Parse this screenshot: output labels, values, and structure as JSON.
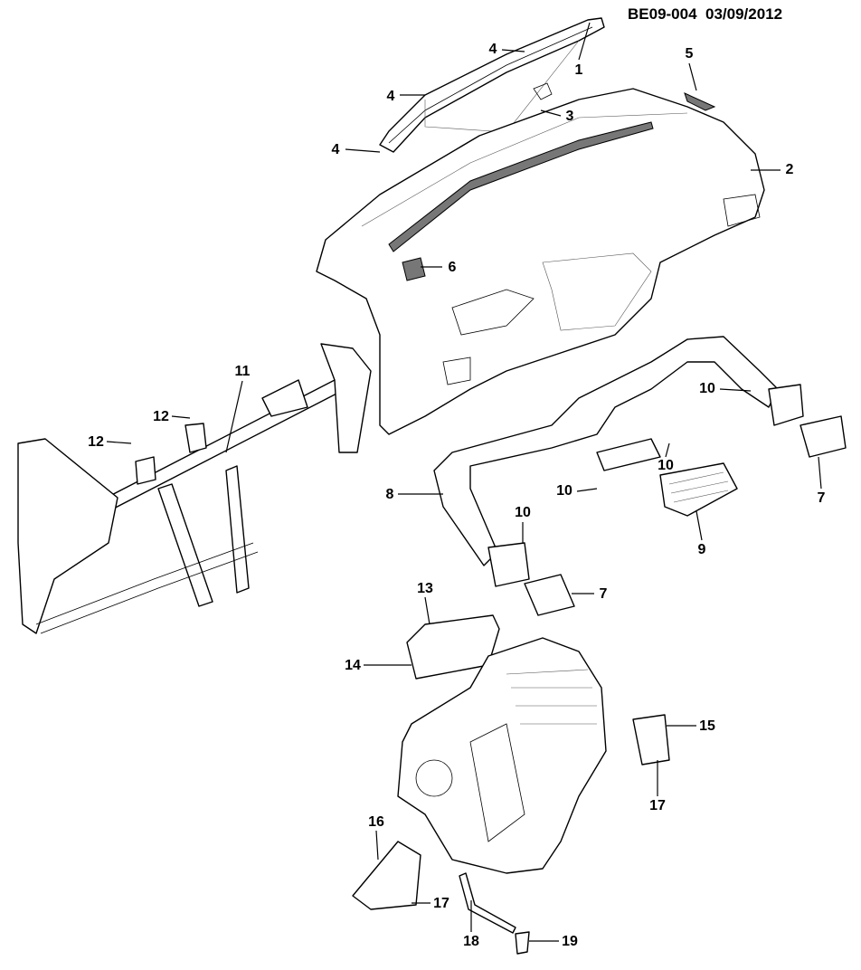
{
  "header": {
    "code": "BE09-004",
    "date": "03/09/2012"
  },
  "callouts": [
    "1",
    "2",
    "3",
    "4",
    "4",
    "4",
    "5",
    "6",
    "7",
    "7",
    "8",
    "9",
    "10",
    "10",
    "10",
    "10",
    "11",
    "12",
    "12",
    "13",
    "14",
    "15",
    "16",
    "17",
    "17",
    "18",
    "19"
  ],
  "colors": {
    "line": "#000000",
    "background": "#ffffff"
  }
}
